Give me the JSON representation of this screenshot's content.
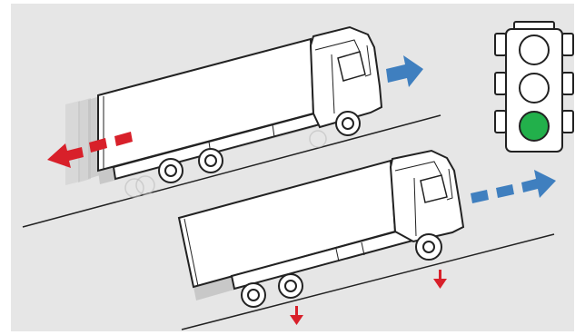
{
  "colors": {
    "background": "#e6e6e6",
    "border": "#ffffff",
    "outline": "#222222",
    "truck_body": "#ffffff",
    "ghost": "#bdbdbd",
    "shadow": "#c8c8c8",
    "arrow_red": "#d8202a",
    "arrow_blue": "#3f7fbf",
    "signal_green": "#22b04b",
    "signal_off": "#ffffff"
  },
  "icons": {
    "traffic_light": "traffic-light-icon",
    "upper_truck": "truck-icon",
    "lower_truck": "truck-icon",
    "rollback_arrow": "arrow-left-icon",
    "forward_arrow": "arrow-right-icon",
    "drive_arrow": "arrow-right-icon",
    "load_arrow": "arrow-down-icon"
  },
  "traffic_light": {
    "lit_lamp": "green",
    "lamps": [
      "off",
      "off",
      "green"
    ]
  }
}
